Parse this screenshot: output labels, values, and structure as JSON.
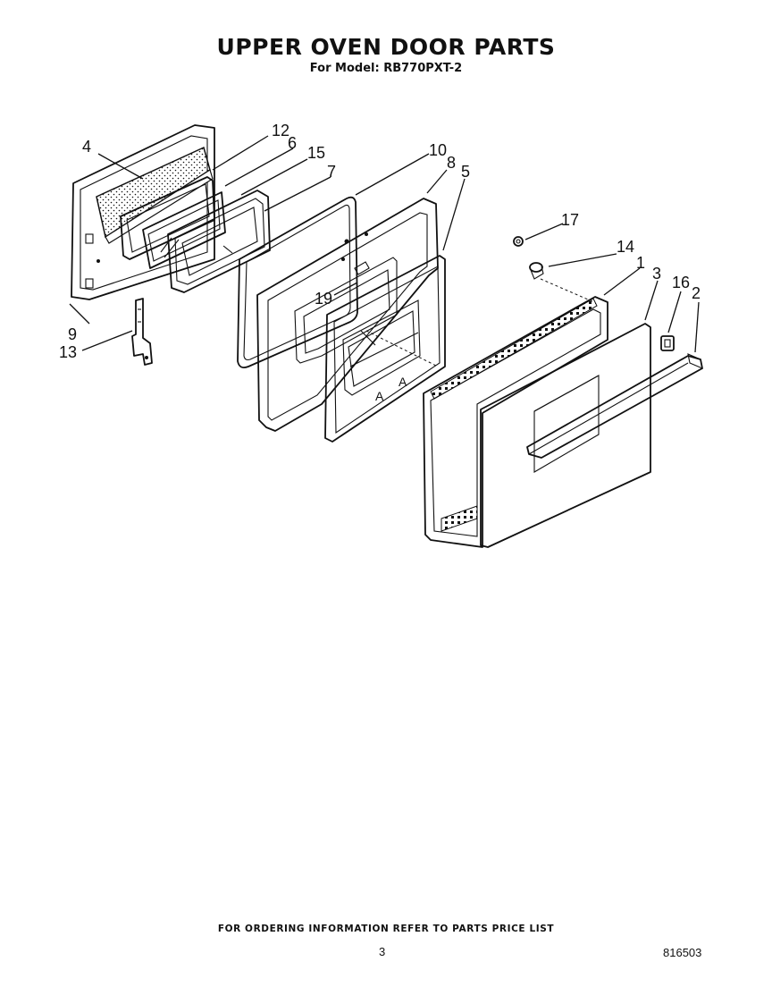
{
  "title": "UPPER OVEN DOOR PARTS",
  "subtitle": "For Model: RB770PXT-2",
  "footer_note": "FOR ORDERING INFORMATION REFER TO PARTS PRICE LIST",
  "page_number": "3",
  "document_number": "816503",
  "callouts": {
    "c1": "1",
    "c2": "2",
    "c3": "3",
    "c4": "4",
    "c5": "5",
    "c6": "6",
    "c7": "7",
    "c8": "8",
    "c9": "9",
    "c10": "10",
    "c12": "12",
    "c13": "13",
    "c14": "14",
    "c15": "15",
    "c16": "16",
    "c17": "17",
    "c19": "19"
  }
}
